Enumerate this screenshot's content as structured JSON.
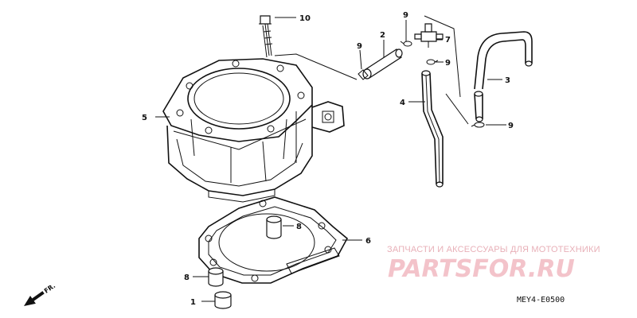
{
  "callouts": {
    "c1": "1",
    "c2": "2",
    "c3": "3",
    "c4": "4",
    "c5": "5",
    "c6": "6",
    "c7": "7",
    "c8a": "8",
    "c8b": "8",
    "c9a": "9",
    "c9b": "9",
    "c9c": "9",
    "c9d": "9",
    "c10": "10"
  },
  "watermark": {
    "tagline": "ЗАПЧАСТИ И АКСЕССУАРЫ ДЛЯ МОТОТЕХНИКИ",
    "brand": "PARTSFOR.RU",
    "color": "#f0b8c0"
  },
  "diagram_code": "MEY4-E0500",
  "front_marker": "FR."
}
